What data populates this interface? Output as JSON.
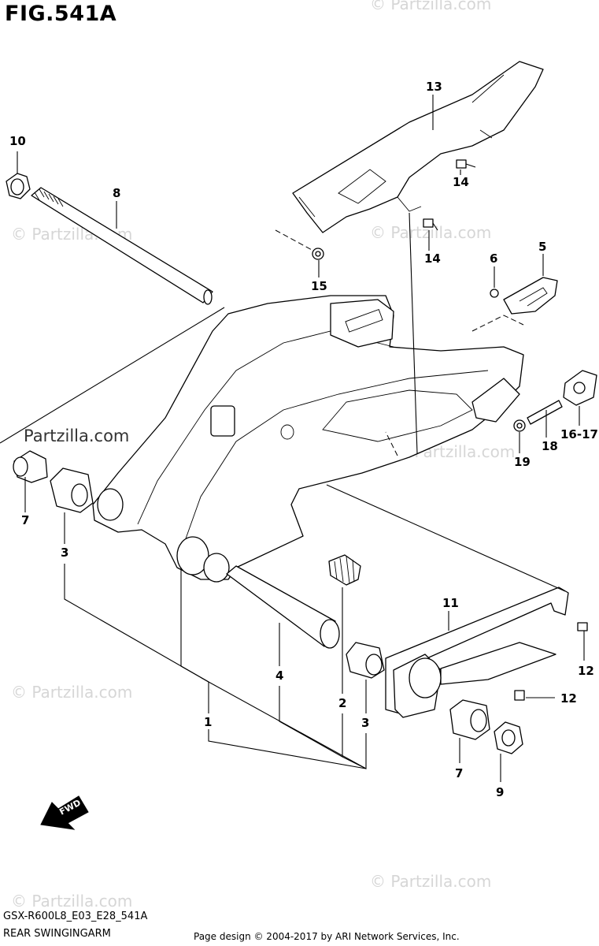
{
  "figure": {
    "title": "FIG.541A",
    "model_code": "GSX-R600L8_E03_E28_541A",
    "subtitle": "REAR SWINGINGARM",
    "credit": "Page design © 2004-2017 by ARI Network Services, Inc."
  },
  "watermark": {
    "text": "© Partzilla.com",
    "prominent_text": "Partzilla.com"
  },
  "fwd_label": "FWD",
  "callouts": {
    "c1": "1",
    "c2": "2",
    "c3a": "3",
    "c3b": "3",
    "c4": "4",
    "c5": "5",
    "c6": "6",
    "c7a": "7",
    "c7b": "7",
    "c8": "8",
    "c9": "9",
    "c10": "10",
    "c11": "11",
    "c12a": "12",
    "c12b": "12",
    "c13": "13",
    "c14a": "14",
    "c14b": "14",
    "c15": "15",
    "c1617": "16-17",
    "c18": "18",
    "c19": "19"
  }
}
